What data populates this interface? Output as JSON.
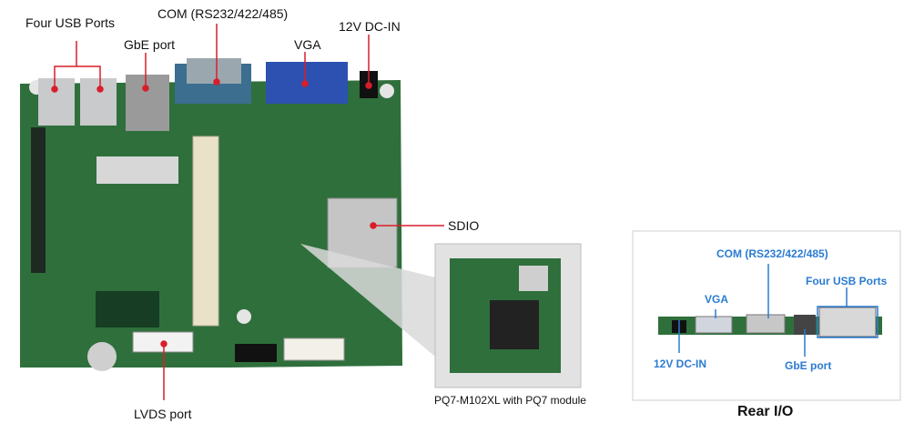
{
  "callouts": {
    "four_usb_ports": "Four USB Ports",
    "gbe_port": "GbE port",
    "com": "COM (RS232/422/485)",
    "vga": "VGA",
    "dc_in": "12V DC-IN",
    "sdio": "SDIO",
    "lvds_port": "LVDS port"
  },
  "module_caption": "PQ7-M102XL with PQ7 module",
  "rear_io": {
    "title": "Rear I/O",
    "com": "COM (RS232/422/485)",
    "vga": "VGA",
    "four_usb_ports": "Four USB Ports",
    "dc_in": "12V DC-IN",
    "gbe_port": "GbE port"
  },
  "colors": {
    "callout_line": "#d81e2a",
    "rear_label": "#2b7bd0",
    "board_green": "#2f6f3c"
  }
}
